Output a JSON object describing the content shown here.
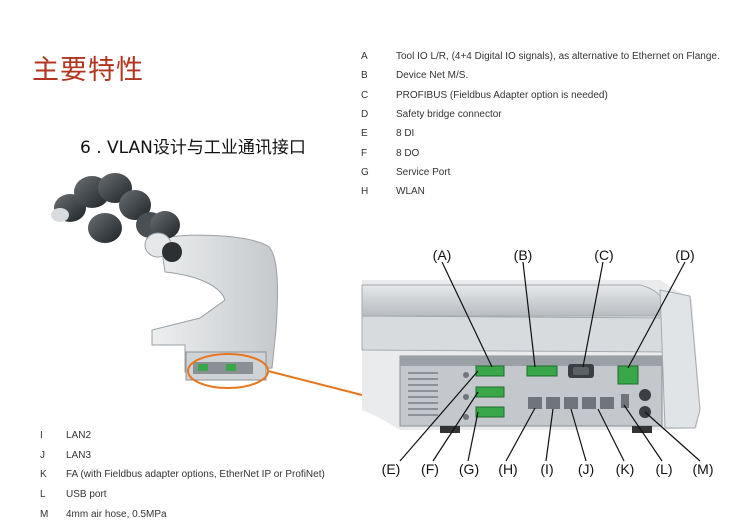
{
  "heading": {
    "title": "主要特性",
    "subtitle": "6 . VLAN设计与工业通讯接口"
  },
  "ports_top": [
    {
      "key": "A",
      "desc": "Tool IO L/R, (4+4 Digital IO signals), as alternative to Ethernet on Flange."
    },
    {
      "key": "B",
      "desc": "Device Net M/S."
    },
    {
      "key": "C",
      "desc": "PROFIBUS (Fieldbus Adapter option is needed)"
    },
    {
      "key": "D",
      "desc": "Safety bridge connector"
    },
    {
      "key": "E",
      "desc": "8 DI"
    },
    {
      "key": "F",
      "desc": "8 DO"
    },
    {
      "key": "G",
      "desc": "Service Port"
    },
    {
      "key": "H",
      "desc": "WLAN"
    }
  ],
  "ports_bottom": [
    {
      "key": "I",
      "desc": "LAN2"
    },
    {
      "key": "J",
      "desc": "LAN3"
    },
    {
      "key": "K",
      "desc": "FA (with Fieldbus adapter options, EtherNet IP or ProfiNet)"
    },
    {
      "key": "L",
      "desc": "USB port"
    },
    {
      "key": "M",
      "desc": "4mm air hose, 0.5MPa"
    }
  ],
  "callouts": [
    "(A)",
    "(B)",
    "(C)",
    "(D)",
    "(E)",
    "(F)",
    "(G)",
    "(H)",
    "(I)",
    "(J)",
    "(K)",
    "(L)",
    "(M)"
  ],
  "colors": {
    "title": "#b2361f",
    "pointer": "#e8761e",
    "connector_green": "#3aa64a"
  }
}
